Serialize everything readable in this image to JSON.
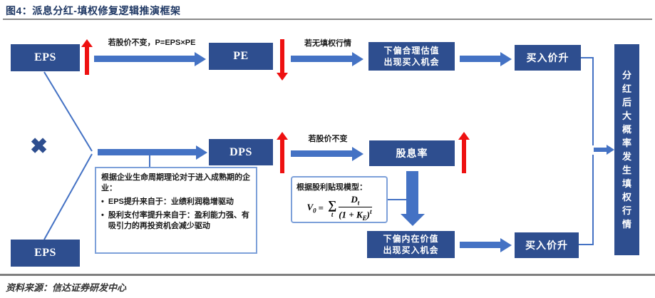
{
  "header": {
    "title": "图4：派息分红-填权修复逻辑推演框架"
  },
  "footer": {
    "source": "资料来源：信达证券研发中心"
  },
  "colors": {
    "node_fill": "#2E4E8F",
    "arrow_blue": "#4472C4",
    "arrow_red": "#EE1111",
    "note_border": "#7DA0D9",
    "title_text": "#1F3864"
  },
  "operator": {
    "multiply": "✖"
  },
  "boxes": {
    "eps_top": "EPS",
    "pe": "PE",
    "undervalued_valuation_line1": "下偏合理估值",
    "undervalued_valuation_line2": "出现买入机会",
    "buy_price_rise_top": "买入价升",
    "dps": "DPS",
    "dividend_yield": "股息率",
    "undervalued_intrinsic_line1": "下偏内在价值",
    "undervalued_intrinsic_line2": "出现买入机会",
    "buy_price_rise_bottom": "买入价升",
    "eps_bottom": "EPS",
    "conclusion_vertical": "分红后大概率发生填权行情"
  },
  "arrow_labels": {
    "if_price_unchanged_pe": "若股价不变，P=EPS×PE",
    "if_no_fill_rights": "若无填权行情",
    "if_price_unchanged": "若股价不变"
  },
  "note_box": {
    "intro": "根据企业生命周期理论对于进入成熟期的企业：",
    "bullet_marker": "•",
    "bullets": [
      "EPS提升来自于：业绩利润稳增驱动",
      "股利支付率提升来自于：盈利能力强、有吸引力的再投资机会减少驱动"
    ]
  },
  "formula_box": {
    "title": "根据股利贴现模型：",
    "lhs_base": "V",
    "lhs_sub": "0",
    "equals": "=",
    "sigma": "∑",
    "sigma_sub": "t",
    "numerator_base": "D",
    "numerator_sub": "t",
    "den_open": "(1 + ",
    "den_base": "K",
    "den_sub": "E",
    "den_close": ")",
    "den_exp": "t"
  }
}
